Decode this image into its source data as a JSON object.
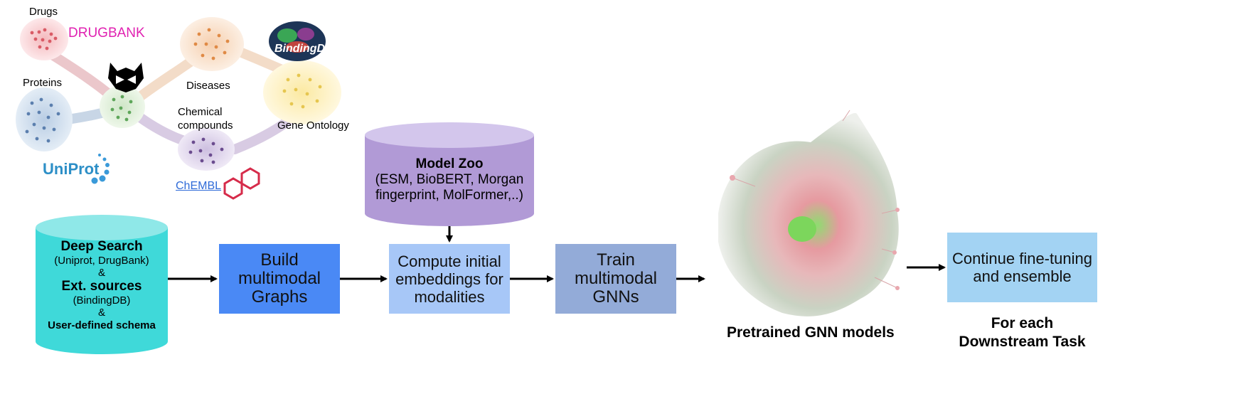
{
  "knowledge_graph": {
    "drugs_label": "Drugs",
    "drugbank_logo": "DRUGBANK",
    "proteins_label": "Proteins",
    "uniprot_logo": "UniProt",
    "diseases_label": "Diseases",
    "chemical_label_line1": "Chemical",
    "chemical_label_line2": "compounds",
    "chembl_link": "ChEMBL",
    "bindingdb_logo": "BindingDB",
    "gene_ontology_label": "Gene Ontology",
    "icons": [
      "fox-logo-icon",
      "hexagon-molecule-icon"
    ]
  },
  "data_sources": {
    "title1": "Deep Search",
    "sub1": "(Uniprot, DrugBank)",
    "amp1": "&",
    "title2": "Ext. sources",
    "sub2": "(BindingDB)",
    "amp2": "&",
    "title3": "User-defined schema"
  },
  "model_zoo": {
    "title": "Model Zoo",
    "line1": "(ESM, BioBERT, Morgan",
    "line2": "fingerprint, MolFormer,..)"
  },
  "steps": {
    "build": [
      "Build",
      "multimodal",
      "Graphs"
    ],
    "compute": [
      "Compute initial",
      "embeddings for",
      "modalities"
    ],
    "train": [
      "Train",
      "multimodal",
      "GNNs"
    ],
    "finetune": [
      "Continue fine-tuning",
      "and ensemble"
    ]
  },
  "captions": {
    "pretrained": "Pretrained GNN models",
    "downstream_line1": "For each",
    "downstream_line2": "Downstream Task"
  },
  "colors": {
    "data_sources_cylinder": "#3fd9d9",
    "model_zoo_cylinder": "#b19ad6",
    "build_box": "#4a89f5",
    "compute_box": "#a7c7f7",
    "train_box": "#93abd8",
    "finetune_box": "#a3d3f3"
  }
}
